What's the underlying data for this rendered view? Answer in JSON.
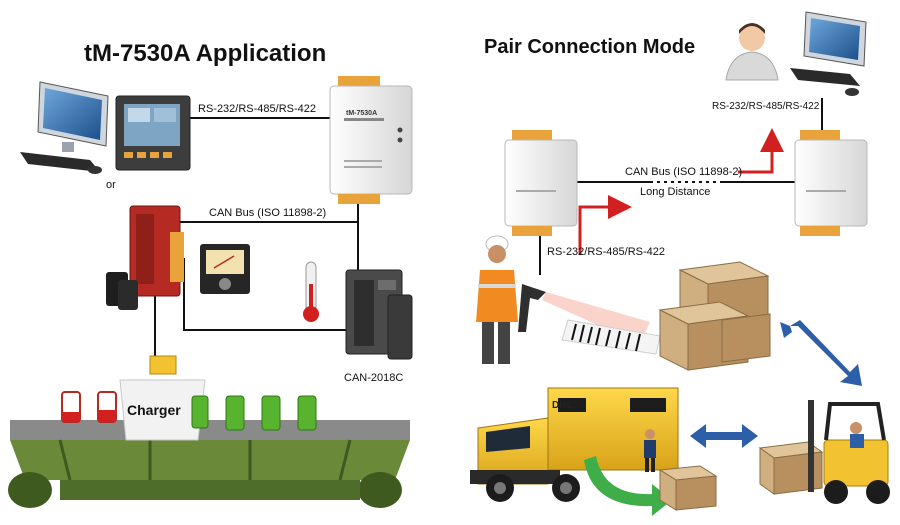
{
  "left": {
    "title": "tM-7530A Application",
    "rs_label": "RS-232/RS-485/RS-422",
    "or_label": "or",
    "can_label": "CAN Bus (ISO 11898-2)",
    "can2018_label": "CAN-2018C",
    "charger_label": "Charger",
    "module_text": "tM-7530A"
  },
  "right": {
    "title": "Pair Connection Mode",
    "rs_top_label": "RS-232/RS-485/RS-422",
    "can_label": "CAN Bus (ISO 11898-2)",
    "distance_label": "Long Distance",
    "rs_bottom_label": "RS-232/RS-485/RS-422",
    "truck_logo": "DNL"
  },
  "colors": {
    "module_body": "#eeeeee",
    "terminal": "#e8a33a",
    "pac_red": "#b52a22",
    "conveyor_green": "#6a8a3a",
    "battery_green": "#58b32e",
    "arrow_red": "#d21f1f",
    "arrow_blue": "#2c5fa8",
    "arrow_green": "#3fae49",
    "truck_yellow": "#f2c230",
    "box_tan": "#c9a57a"
  },
  "icons": [
    "computer-icon",
    "hmi-panel-icon",
    "controller-icon",
    "meter-icon",
    "thermometer-icon",
    "battery-icon",
    "worker-icon",
    "barcode-scanner-icon",
    "user-icon",
    "forklift-icon",
    "truck-icon"
  ]
}
